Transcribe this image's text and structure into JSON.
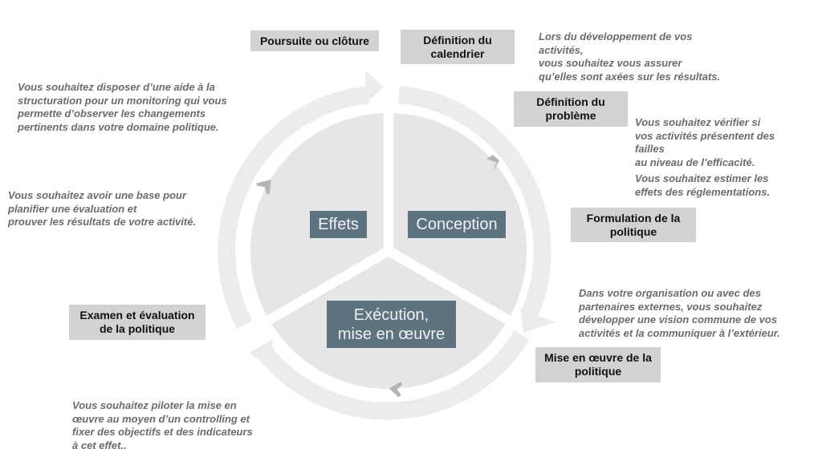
{
  "colors": {
    "ring": "#ececec",
    "pie": "#e6e6e6",
    "chevron": "#b5b5b5",
    "stage_box": "#d2d2d2",
    "phase_box": "#5e7380",
    "note_text": "#6b6b6b"
  },
  "phases": {
    "effets": "Effets",
    "conception": "Conception",
    "execution_line1": "Exécution,",
    "execution_line2": "mise en œuvre"
  },
  "stages": {
    "poursuite": "Poursuite ou clôture",
    "calendrier": [
      "Définition du",
      "calendrier"
    ],
    "probleme": [
      "Définition du",
      "problème"
    ],
    "formulation": [
      "Formulation de la",
      "politique"
    ],
    "mise_en_oeuvre": [
      "Mise en œuvre de la",
      "politique"
    ],
    "examen": [
      "Examen et évaluation",
      "de la politique"
    ]
  },
  "notes": {
    "resultats": [
      "Lors du développement de vos",
      "activités,",
      "vous souhaitez vous assurer",
      "qu’elles sont axées sur les résultats."
    ],
    "failles": [
      "Vous souhaitez vérifier si",
      "vos activités présentent des",
      "failles",
      "au niveau de l’efficacité."
    ],
    "reglementations": [
      "Vous souhaitez estimer les",
      "effets des réglementations."
    ],
    "vision": [
      "Dans votre organisation ou avec des",
      "partenaires externes, vous souhaitez",
      "développer une vision commune de vos",
      "activités et la communiquer à l’extérieur."
    ],
    "controlling": [
      "Vous souhaitez piloter la mise en",
      "œuvre au moyen d’un controlling et",
      "fixer des objectifs et des indicateurs",
      "à cet effet.."
    ],
    "evaluation": [
      "Vous souhaitez avoir une base pour",
      "planifier une évaluation et",
      "prouver les résultats de votre activité."
    ],
    "monitoring": [
      "Vous souhaitez disposer d’une aide à la",
      "structuration pour un monitoring qui vous",
      "permette d’observer les changements",
      "pertinents dans votre domaine politique."
    ]
  }
}
